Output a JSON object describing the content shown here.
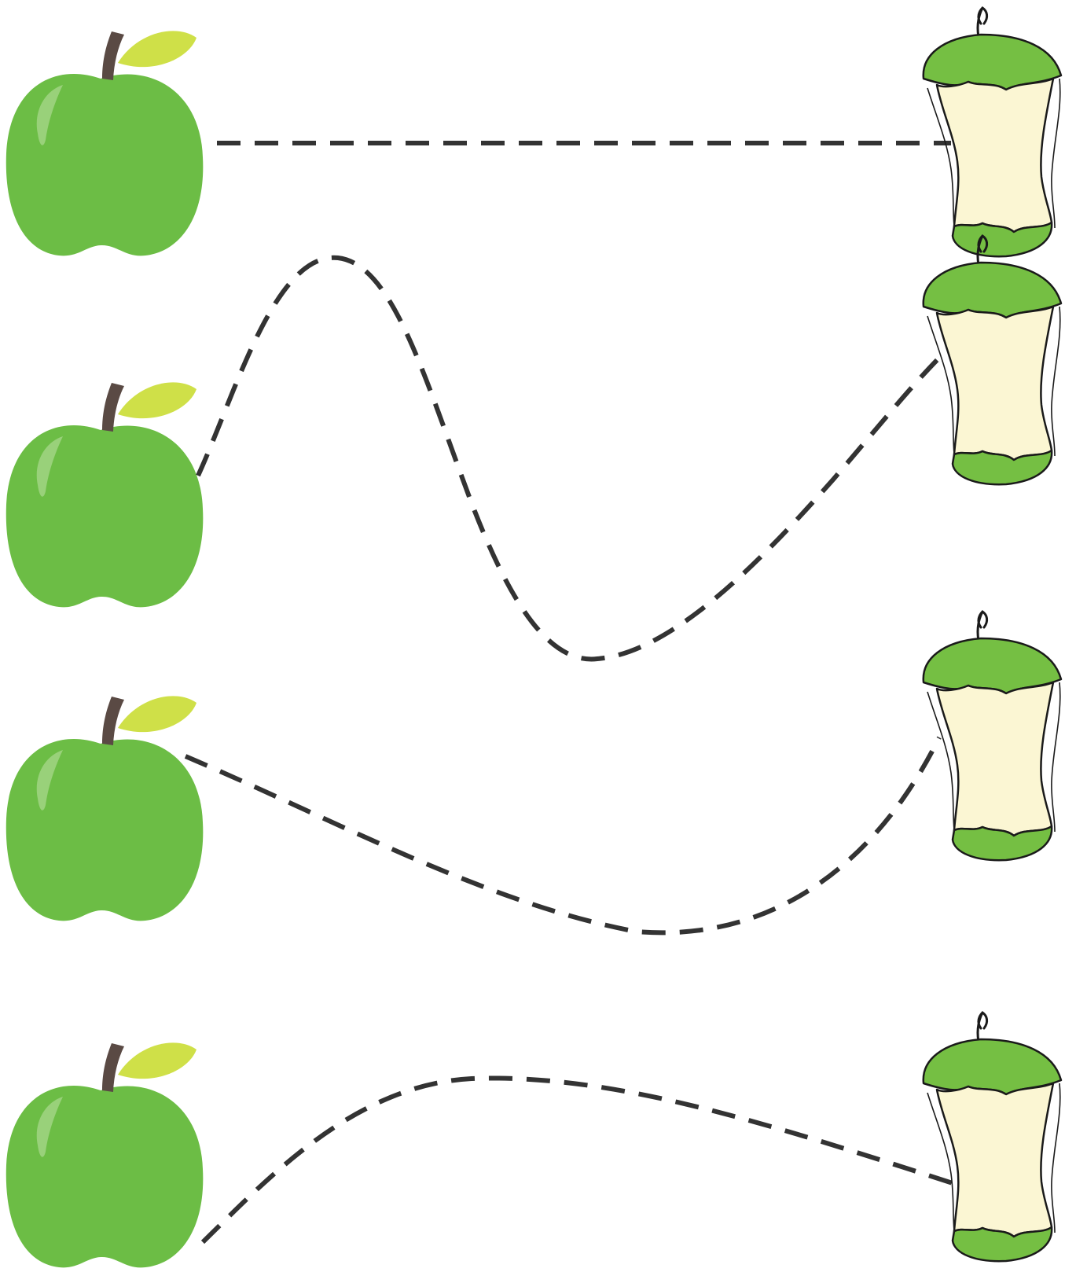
{
  "worksheet": {
    "apple_icon": "whole-green-apple",
    "core_icon": "apple-core",
    "trace_style": "dashed",
    "pairs": 4
  },
  "colors": {
    "apple": "#6cbd45",
    "apple_highlight": "#a8d88c",
    "stem": "#5a4a44",
    "leaf": "#cfe048",
    "core_green": "#75bf43",
    "core_flesh": "#fbf6d3",
    "outline": "#1a1a1a",
    "dash": "#333333"
  }
}
